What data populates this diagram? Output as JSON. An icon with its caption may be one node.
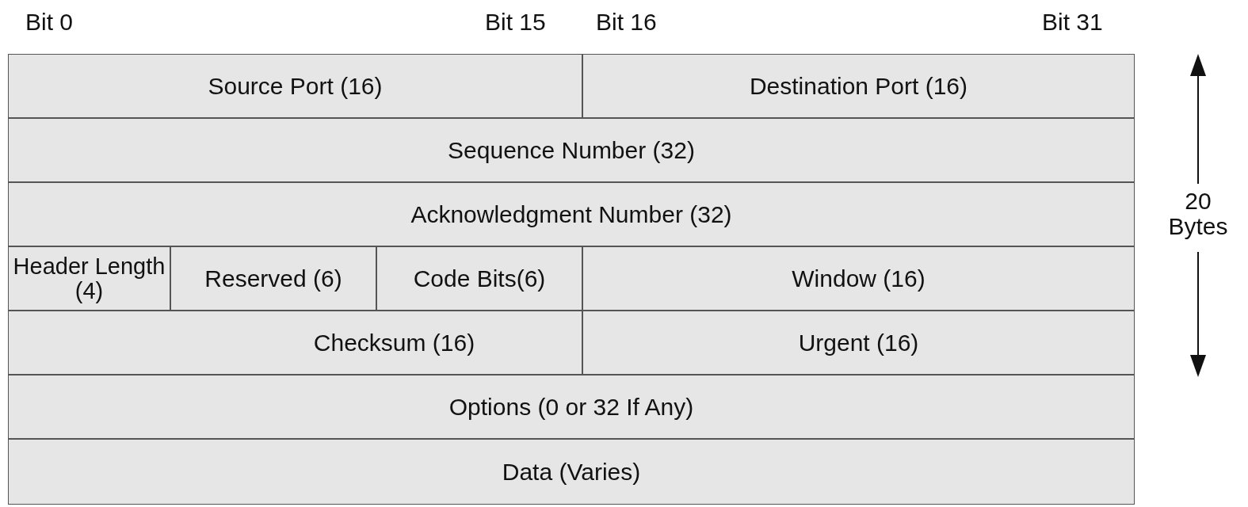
{
  "diagram": {
    "nodes": [
      {
        "text": [
          "Source Port (16)"
        ]
      },
      {
        "text": [
          "Destination Port (16)"
        ]
      },
      {
        "text": [
          "Sequence Number (32)"
        ]
      },
      {
        "text": [
          "Acknowledgment Number (32)"
        ]
      },
      {
        "text": [
          "Header Length (4)"
        ]
      },
      {
        "text": [
          "Reserved (6)"
        ]
      },
      {
        "text": [
          "Code Bits(6)"
        ]
      },
      {
        "text": [
          "Window (16)"
        ]
      },
      {
        "text": [
          "Checksum (16)"
        ]
      },
      {
        "text": [
          "Urgent (16)"
        ]
      },
      {
        "text": [
          "Options (0 or 32 If Any)"
        ]
      },
      {
        "text": [
          "Data (Varies)"
        ]
      }
    ],
    "labels": [
      "Bit 0",
      "Bit 15",
      "Bit 16",
      "Bit 31",
      "20 Bytes"
    ]
  }
}
